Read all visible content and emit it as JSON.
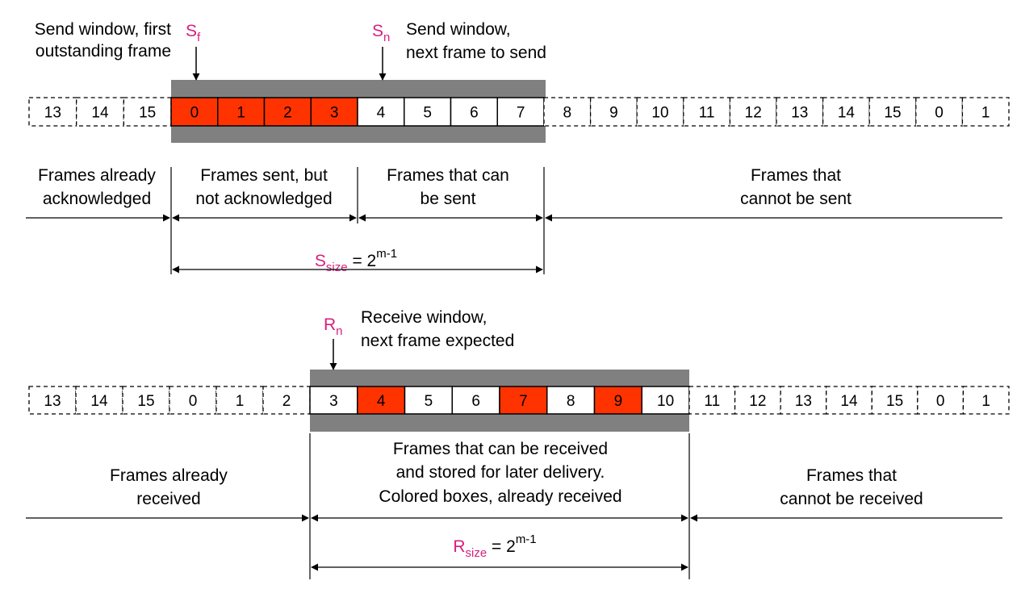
{
  "colors": {
    "highlight": "#ff3300",
    "band": "#808080",
    "pointer": "#d6207e",
    "line": "#000000"
  },
  "sender": {
    "sf_symbol": "S",
    "sf_sub": "f",
    "sf_caption": [
      "Send window, first",
      "outstanding frame"
    ],
    "sn_symbol": "S",
    "sn_sub": "n",
    "sn_caption": [
      "Send window,",
      "next frame to send"
    ],
    "cells": [
      {
        "num": "13",
        "state": "dashed"
      },
      {
        "num": "14",
        "state": "dashed"
      },
      {
        "num": "15",
        "state": "dashed"
      },
      {
        "num": "0",
        "state": "highlight"
      },
      {
        "num": "1",
        "state": "highlight"
      },
      {
        "num": "2",
        "state": "highlight"
      },
      {
        "num": "3",
        "state": "highlight"
      },
      {
        "num": "4",
        "state": "window"
      },
      {
        "num": "5",
        "state": "window"
      },
      {
        "num": "6",
        "state": "window"
      },
      {
        "num": "7",
        "state": "window"
      },
      {
        "num": "8",
        "state": "dashed"
      },
      {
        "num": "9",
        "state": "dashed"
      },
      {
        "num": "10",
        "state": "dashed"
      },
      {
        "num": "11",
        "state": "dashed"
      },
      {
        "num": "12",
        "state": "dashed"
      },
      {
        "num": "13",
        "state": "dashed"
      },
      {
        "num": "14",
        "state": "dashed"
      },
      {
        "num": "15",
        "state": "dashed"
      },
      {
        "num": "0",
        "state": "dashed"
      },
      {
        "num": "1",
        "state": "dashed"
      }
    ],
    "regions": [
      [
        "Frames already",
        "acknowledged"
      ],
      [
        "Frames sent, but",
        "not acknowledged"
      ],
      [
        "Frames that can",
        "be sent"
      ],
      [
        "Frames that",
        "cannot be sent"
      ]
    ],
    "size_symbol": "S",
    "size_sub": "size",
    "size_eq": " = 2",
    "size_sup": "m-1"
  },
  "receiver": {
    "rn_symbol": "R",
    "rn_sub": "n",
    "rn_caption": [
      "Receive window,",
      "next frame expected"
    ],
    "cells": [
      {
        "num": "13",
        "state": "dashed"
      },
      {
        "num": "14",
        "state": "dashed"
      },
      {
        "num": "15",
        "state": "dashed"
      },
      {
        "num": "0",
        "state": "dashed"
      },
      {
        "num": "1",
        "state": "dashed"
      },
      {
        "num": "2",
        "state": "dashed"
      },
      {
        "num": "3",
        "state": "window"
      },
      {
        "num": "4",
        "state": "highlight"
      },
      {
        "num": "5",
        "state": "window"
      },
      {
        "num": "6",
        "state": "window"
      },
      {
        "num": "7",
        "state": "highlight"
      },
      {
        "num": "8",
        "state": "window"
      },
      {
        "num": "9",
        "state": "highlight"
      },
      {
        "num": "10",
        "state": "window"
      },
      {
        "num": "11",
        "state": "dashed"
      },
      {
        "num": "12",
        "state": "dashed"
      },
      {
        "num": "13",
        "state": "dashed"
      },
      {
        "num": "14",
        "state": "dashed"
      },
      {
        "num": "15",
        "state": "dashed"
      },
      {
        "num": "0",
        "state": "dashed"
      },
      {
        "num": "1",
        "state": "dashed"
      }
    ],
    "regions": [
      [
        "Frames already",
        "received"
      ],
      [
        "Frames that can be received",
        "and stored for later delivery.",
        "Colored boxes, already received"
      ],
      [
        "Frames that",
        "cannot be received"
      ]
    ],
    "size_symbol": "R",
    "size_sub": "size",
    "size_eq": " = 2",
    "size_sup": "m-1"
  }
}
